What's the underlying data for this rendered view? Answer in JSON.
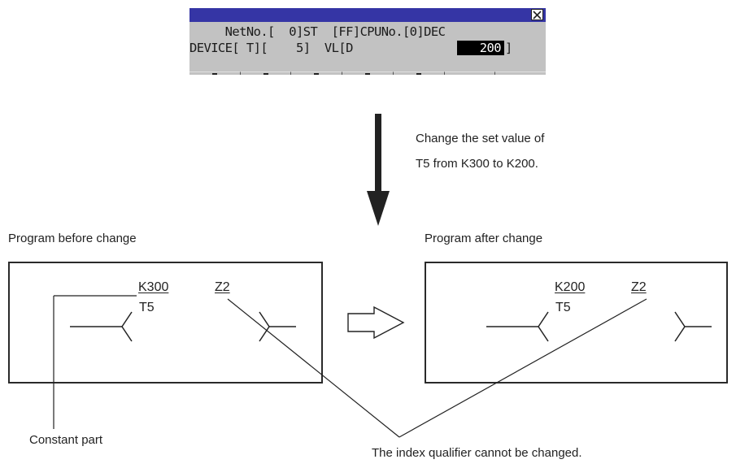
{
  "screen": {
    "line1": "     NetNo.[  0]ST  [FF]CPUNo.[0]DEC",
    "line2": "DEVICE[ T][    5]  VL[D",
    "line2_value": "200",
    "line2_tail": "]",
    "close_icon": "close-icon",
    "colors": {
      "titlebar": "#3535a5",
      "body": "#c2c2c2",
      "highlight": "#000000"
    }
  },
  "arrow_note": [
    "Change the set value of",
    "T5 from K300 to K200."
  ],
  "before": {
    "caption": "Program before change",
    "constant": "K300",
    "device": "T5",
    "qualifier": "Z2"
  },
  "after": {
    "caption": "Program after change",
    "constant": "K200",
    "device": "T5",
    "qualifier": "Z2"
  },
  "callouts": {
    "constant_part": "Constant part",
    "index_qualifier": "The index qualifier cannot be changed."
  }
}
